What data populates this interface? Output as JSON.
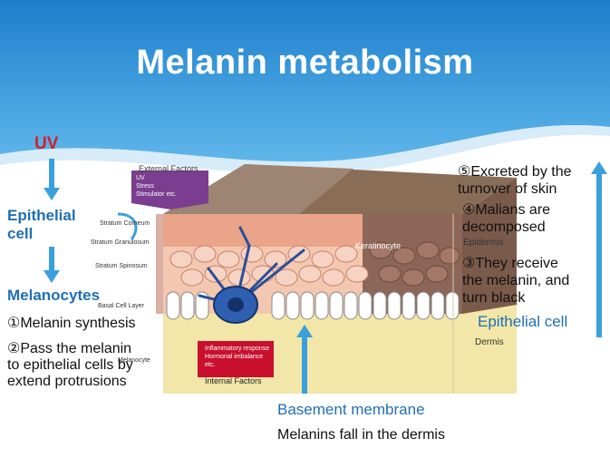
{
  "title": "Melanin metabolism",
  "left_flow": {
    "uv": "UV",
    "epithelial_cell": "Epithelial cell",
    "epithelial_cell_line1": "Epithelial",
    "epithelial_cell_line2": "cell",
    "melanocytes": "Melanocytes",
    "step1": "①Melanin synthesis",
    "step2_line1": "②Pass the melanin",
    "step2_line2": "to epithelial cells by",
    "step2_line3": "extend protrusions"
  },
  "right_flow": {
    "step5_line1": "⑤Excreted by the",
    "step5_line2": "turnover of skin",
    "step4_line1": "④Malians are",
    "step4_line2": "decomposed",
    "step3_line1": "③They receive",
    "step3_line2": "the melanin, and",
    "step3_line3": "turn black",
    "epithelial_cell": "Epithelial cell"
  },
  "bottom": {
    "basement_membrane": "Basement membrane",
    "melanins_fall": "Melanins fall in the dermis"
  },
  "figure": {
    "external_factors": "External Factors",
    "external_items": [
      "UV",
      "Stress",
      "Stimulator etc."
    ],
    "layers": [
      "Stratum Corneum",
      "Stratum Granulosum",
      "Stratum Spinosum",
      "Basal Cell Layer"
    ],
    "melanocyte": "Melanocyte",
    "keratinocyte": "Keratinocyte",
    "epidermis": "Epidermis",
    "dermis": "Dermis",
    "internal_items": [
      "Inflammatory response",
      "Hormonal imbalance",
      "etc."
    ],
    "internal_factors": "Internal Factors"
  },
  "colors": {
    "header_blue": "#2b8fd6",
    "text_blue": "#1f6fb5",
    "uv_red": "#d0202a",
    "external_purple": "#7a3d8f",
    "internal_red": "#c8102e",
    "arrow_blue": "#3aa0dd"
  }
}
